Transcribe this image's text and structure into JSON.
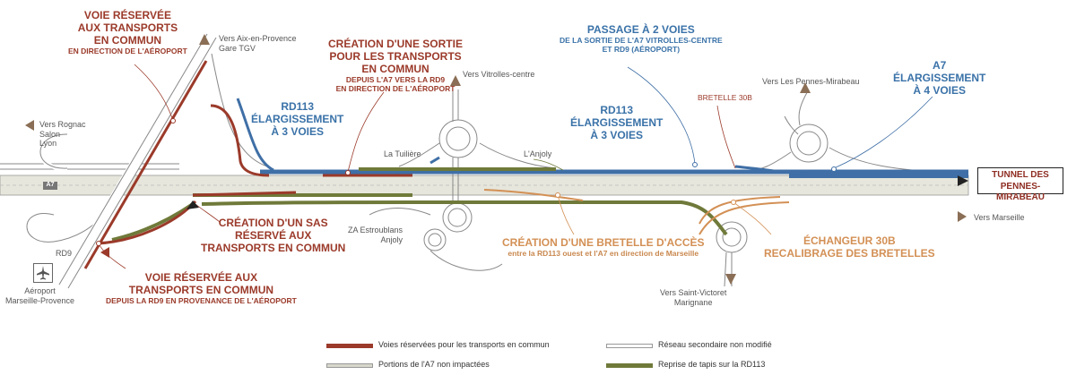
{
  "annotations": {
    "voie_reservee_top": [
      "VOIE RÉSERVÉE",
      "AUX TRANSPORTS",
      "EN COMMUN"
    ],
    "voie_reservee_top_sub": "EN DIRECTION DE L'AÉROPORT",
    "vers_aix": [
      "Vers Aix-en-Provence",
      "Gare TGV"
    ],
    "creation_sortie": [
      "CRÉATION D'UNE SORTIE",
      "POUR LES TRANSPORTS",
      "EN COMMUN"
    ],
    "creation_sortie_sub": [
      "DEPUIS L'A7 VERS LA RD9",
      "EN DIRECTION DE L'AÉROPORT"
    ],
    "vers_vitrolles": "Vers Vitrolles-centre",
    "passage_2_voies": "PASSAGE À 2 VOIES",
    "passage_2_voies_sub": [
      "DE LA SORTIE DE L'A7 VITROLLES-CENTRE",
      "ET RD9 (AÉROPORT)"
    ],
    "a7_elargissement": [
      "A7",
      "ÉLARGISSEMENT",
      "À 4 VOIES"
    ],
    "vers_pennes": "Vers Les Pennes-Mirabeau",
    "bretelle_30b": "BRETELLE 30B",
    "rd113_left": [
      "RD113",
      "ÉLARGISSEMENT",
      "À 3 VOIES"
    ],
    "rd113_right": [
      "RD113",
      "ÉLARGISSEMENT",
      "À 3 VOIES"
    ],
    "la_tuiliere": "La Tuilière",
    "l_anjoly": "L'Anjoly",
    "vers_rognac": [
      "Vers Rognac",
      "Salon",
      "Lyon"
    ],
    "a7_shield": "A7",
    "tunnel": [
      "TUNNEL DES",
      "PENNES-MIRABEAU"
    ],
    "vers_marseille": "Vers Marseille",
    "creation_sas": [
      "CRÉATION D'UN SAS",
      "RÉSERVÉ AUX",
      "TRANSPORTS EN COMMUN"
    ],
    "za_estroublans": [
      "ZA Estroublans",
      "Anjoly"
    ],
    "creation_bretelle": "CRÉATION D'UNE BRETELLE D'ACCÈS",
    "creation_bretelle_sub": "entre la RD113 ouest et l'A7 en direction de Marseille",
    "echangeur_30b": [
      "ÉCHANGEUR 30B",
      "RECALIBRAGE DES BRETELLES"
    ],
    "rd9": "RD9",
    "aeroport": [
      "Aéroport",
      "Marseille-Provence"
    ],
    "voie_reservee_bottom": [
      "VOIE RÉSERVÉE AUX",
      "TRANSPORTS EN COMMUN"
    ],
    "voie_reservee_bottom_sub": "DEPUIS LA RD9 EN PROVENANCE DE L'AÉROPORT",
    "vers_saint_victoret": [
      "Vers Saint-Victoret",
      "Marignane"
    ]
  },
  "legend": [
    {
      "label": "Voies réservées pour les transports en commun",
      "color": "#9b3a2a"
    },
    {
      "label": "Portions de l'A7 non impactées",
      "color": "#d8d8cc"
    },
    {
      "label": "Réseau secondaire non modifié",
      "color": "#ffffff"
    },
    {
      "label": "Reprise de tapis sur la RD113",
      "color": "#6f7a3a"
    }
  ],
  "colors": {
    "bus_lane": "#9b3a2a",
    "widening": "#3f6fa6",
    "resurfacing": "#6f7a3a",
    "unchanged_a7": "#d8d8cc",
    "secondary": "#ffffff",
    "bretelle": "#d39055"
  },
  "icons": [
    "arrow-left-icon",
    "arrow-up-icon",
    "arrow-right-icon",
    "plane-icon"
  ]
}
